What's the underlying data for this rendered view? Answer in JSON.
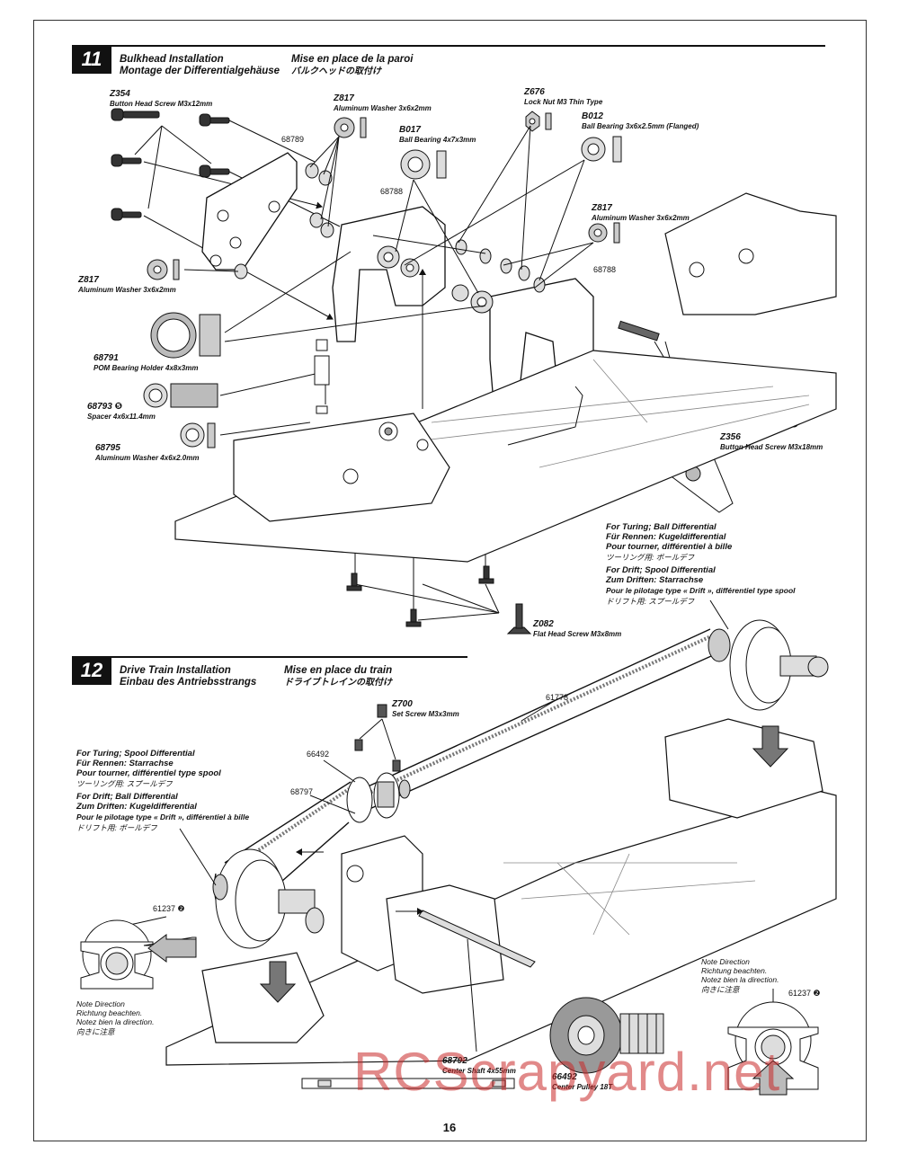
{
  "step11": {
    "number": "11",
    "title_en": "Bulkhead Installation",
    "title_de": "Montage der Differentialgehäuse",
    "title_fr": "Mise en place de la paroi",
    "title_jp": "バルクヘッドの取付け",
    "parts": {
      "z354_code": "Z354",
      "z354_desc": "Button Head Screw M3x12mm",
      "z817a_code": "Z817",
      "z817a_desc": "Aluminum Washer 3x6x2mm",
      "b017_code": "B017",
      "b017_desc": "Ball Bearing 4x7x3mm",
      "z676_code": "Z676",
      "z676_desc": "Lock Nut M3 Thin Type",
      "b012_code": "B012",
      "b012_desc": "Ball Bearing 3x6x2.5mm (Flanged)",
      "z817b_code": "Z817",
      "z817b_desc": "Aluminum Washer 3x6x2mm",
      "z817c_code": "Z817",
      "z817c_desc": "Aluminum Washer 3x6x2mm",
      "p68791_code": "68791",
      "p68791_desc": "POM Bearing Holder 4x8x3mm",
      "p68793_code": "68793 ❺",
      "p68793_desc": "Spacer 4x6x11.4mm",
      "p68795_code": "68795",
      "p68795_desc": "Aluminum Washer 4x6x2.0mm",
      "z356_code": "Z356",
      "z356_desc": "Button Head Screw M3x18mm",
      "z082_code": "Z082",
      "z082_desc": "Flat Head Screw M3x8mm"
    },
    "refs": {
      "r68789": "68789",
      "r68788a": "68788",
      "r68788b": "68788"
    },
    "diff_note": {
      "l1": "For Turing; Ball Differential",
      "l2": "Für Rennen: Kugeldifferential",
      "l3": "Pour tourner, différentiel à bille",
      "l4": "ツーリング用: ボールデフ",
      "l5": "For Drift; Spool Differential",
      "l6": "Zum Driften: Starrachse",
      "l7": "Pour le pilotage type « Drift », différentiel type spool",
      "l8": "ドリフト用: スプールデフ"
    }
  },
  "step12": {
    "number": "12",
    "title_en": "Drive Train Installation",
    "title_de": "Einbau des Antriebsstrangs",
    "title_fr": "Mise en place du train",
    "title_jp": "ドライブトレインの取付け",
    "parts": {
      "z700_code": "Z700",
      "z700_desc": "Set Screw M3x3mm",
      "p68792_code": "68792",
      "p68792_desc": "Center Shaft 4x55mm",
      "p66492_code": "66492",
      "p66492_desc": "Center Pulley 18T"
    },
    "refs": {
      "r61778": "61778",
      "r66492": "66492",
      "r68797": "68797",
      "r61237a": "61237 ❷",
      "r61237b": "61237 ❷"
    },
    "diff_note": {
      "l1": "For Turing; Spool Differential",
      "l2": "Für Rennen: Starrachse",
      "l3": "Pour tourner, différentiel type spool",
      "l4": "ツーリング用: スプールデフ",
      "l5": "For Drift; Ball Differential",
      "l6": "Zum Driften: Kugeldifferential",
      "l7": "Pour le pilotage type « Drift », différentiel à bille",
      "l8": "ドリフト用: ボールデフ"
    },
    "note_left": {
      "l1": "Note Direction",
      "l2": "Richtung beachten.",
      "l3": "Notez bien la direction.",
      "l4": "向きに注意"
    },
    "note_right": {
      "l1": "Note Direction",
      "l2": "Richtung beachten.",
      "l3": "Notez bien la direction.",
      "l4": "向きに注意"
    }
  },
  "page_number": "16",
  "watermark": "RCScrapyard.net"
}
